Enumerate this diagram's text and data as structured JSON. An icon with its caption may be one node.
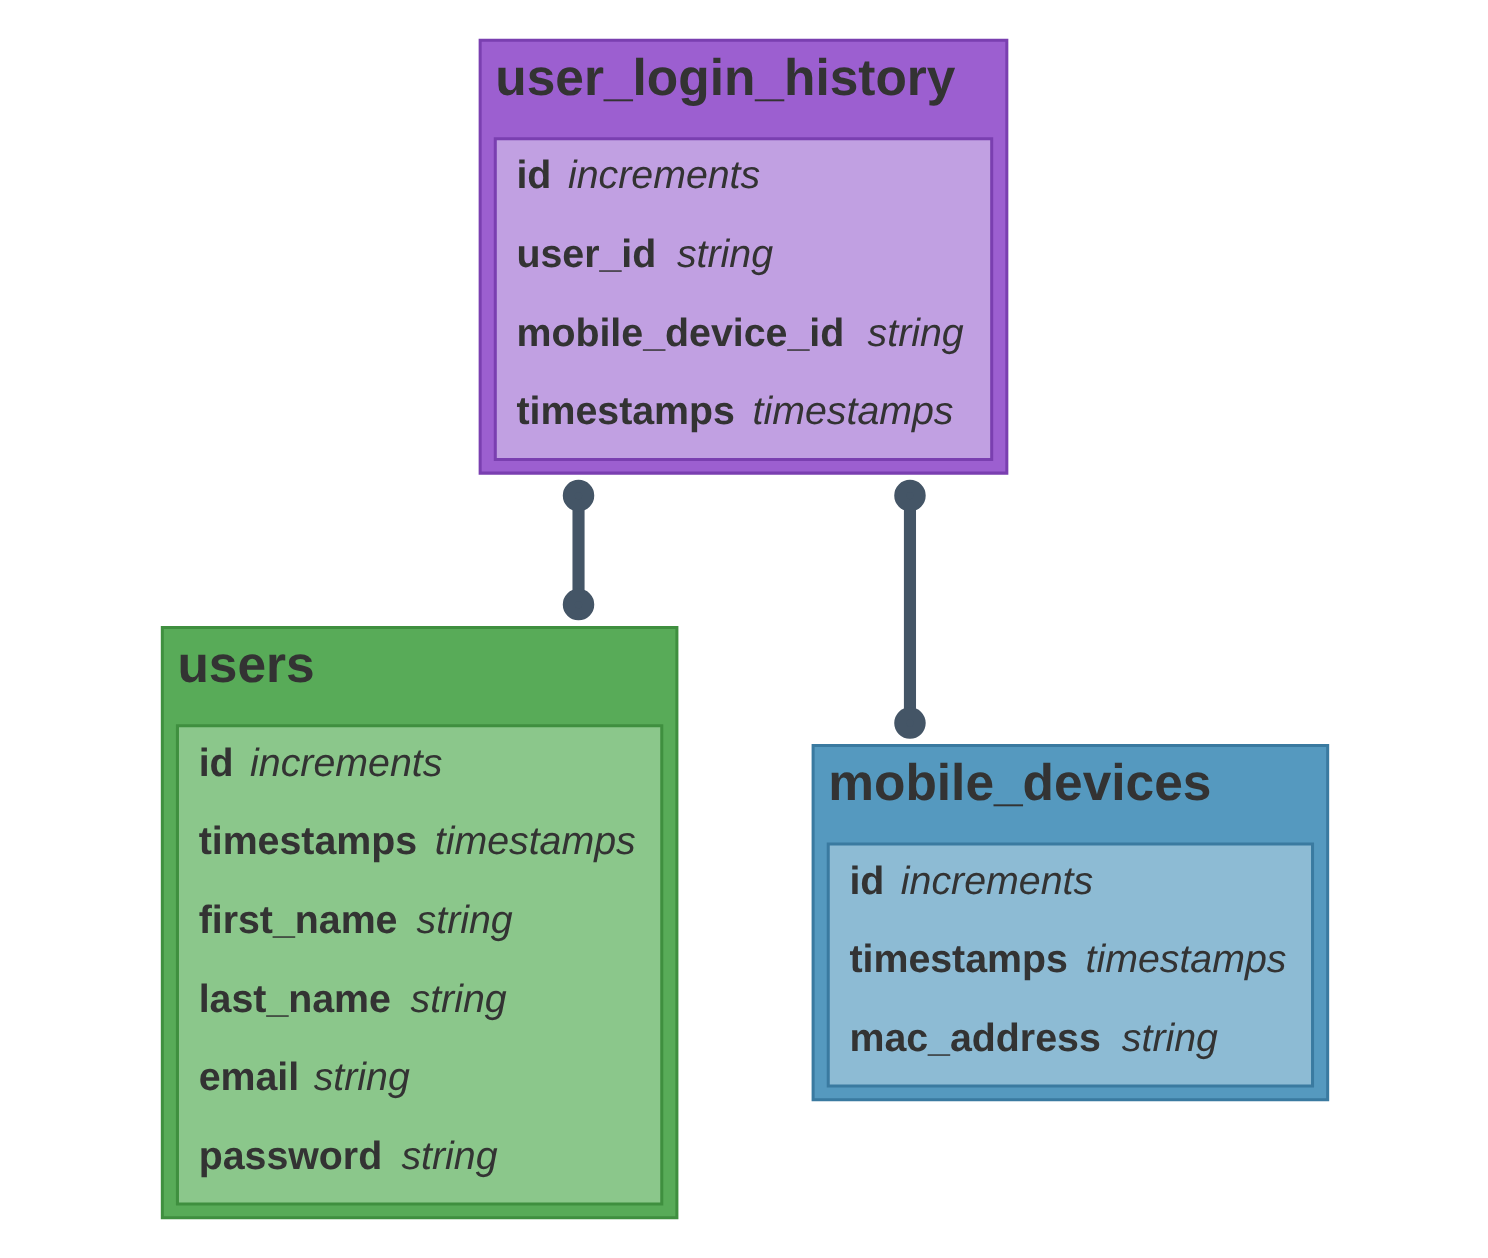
{
  "diagram": {
    "nodes": [
      {
        "text": [
          "user_login_history",
          "**id** *increments*",
          "**user_id** *string*",
          "**mobile_device_id** *string*",
          "**timestamps** *timestamps*"
        ]
      },
      {
        "text": [
          "users",
          "**id** *increments*",
          "**timestamps** *timestamps*",
          "**first_name** *string*",
          "**last_name** *string*",
          "**email** *string*",
          "**password** *string*"
        ]
      },
      {
        "text": [
          "mobile_devices",
          "**id** *increments*",
          "**timestamps** *timestamps*",
          "**mac_address** *string*"
        ]
      }
    ],
    "edges": [
      {
        "from": 0,
        "to": 1,
        "arrow": "other"
      },
      {
        "from": 0,
        "to": 2,
        "arrow": "other"
      }
    ]
  }
}
